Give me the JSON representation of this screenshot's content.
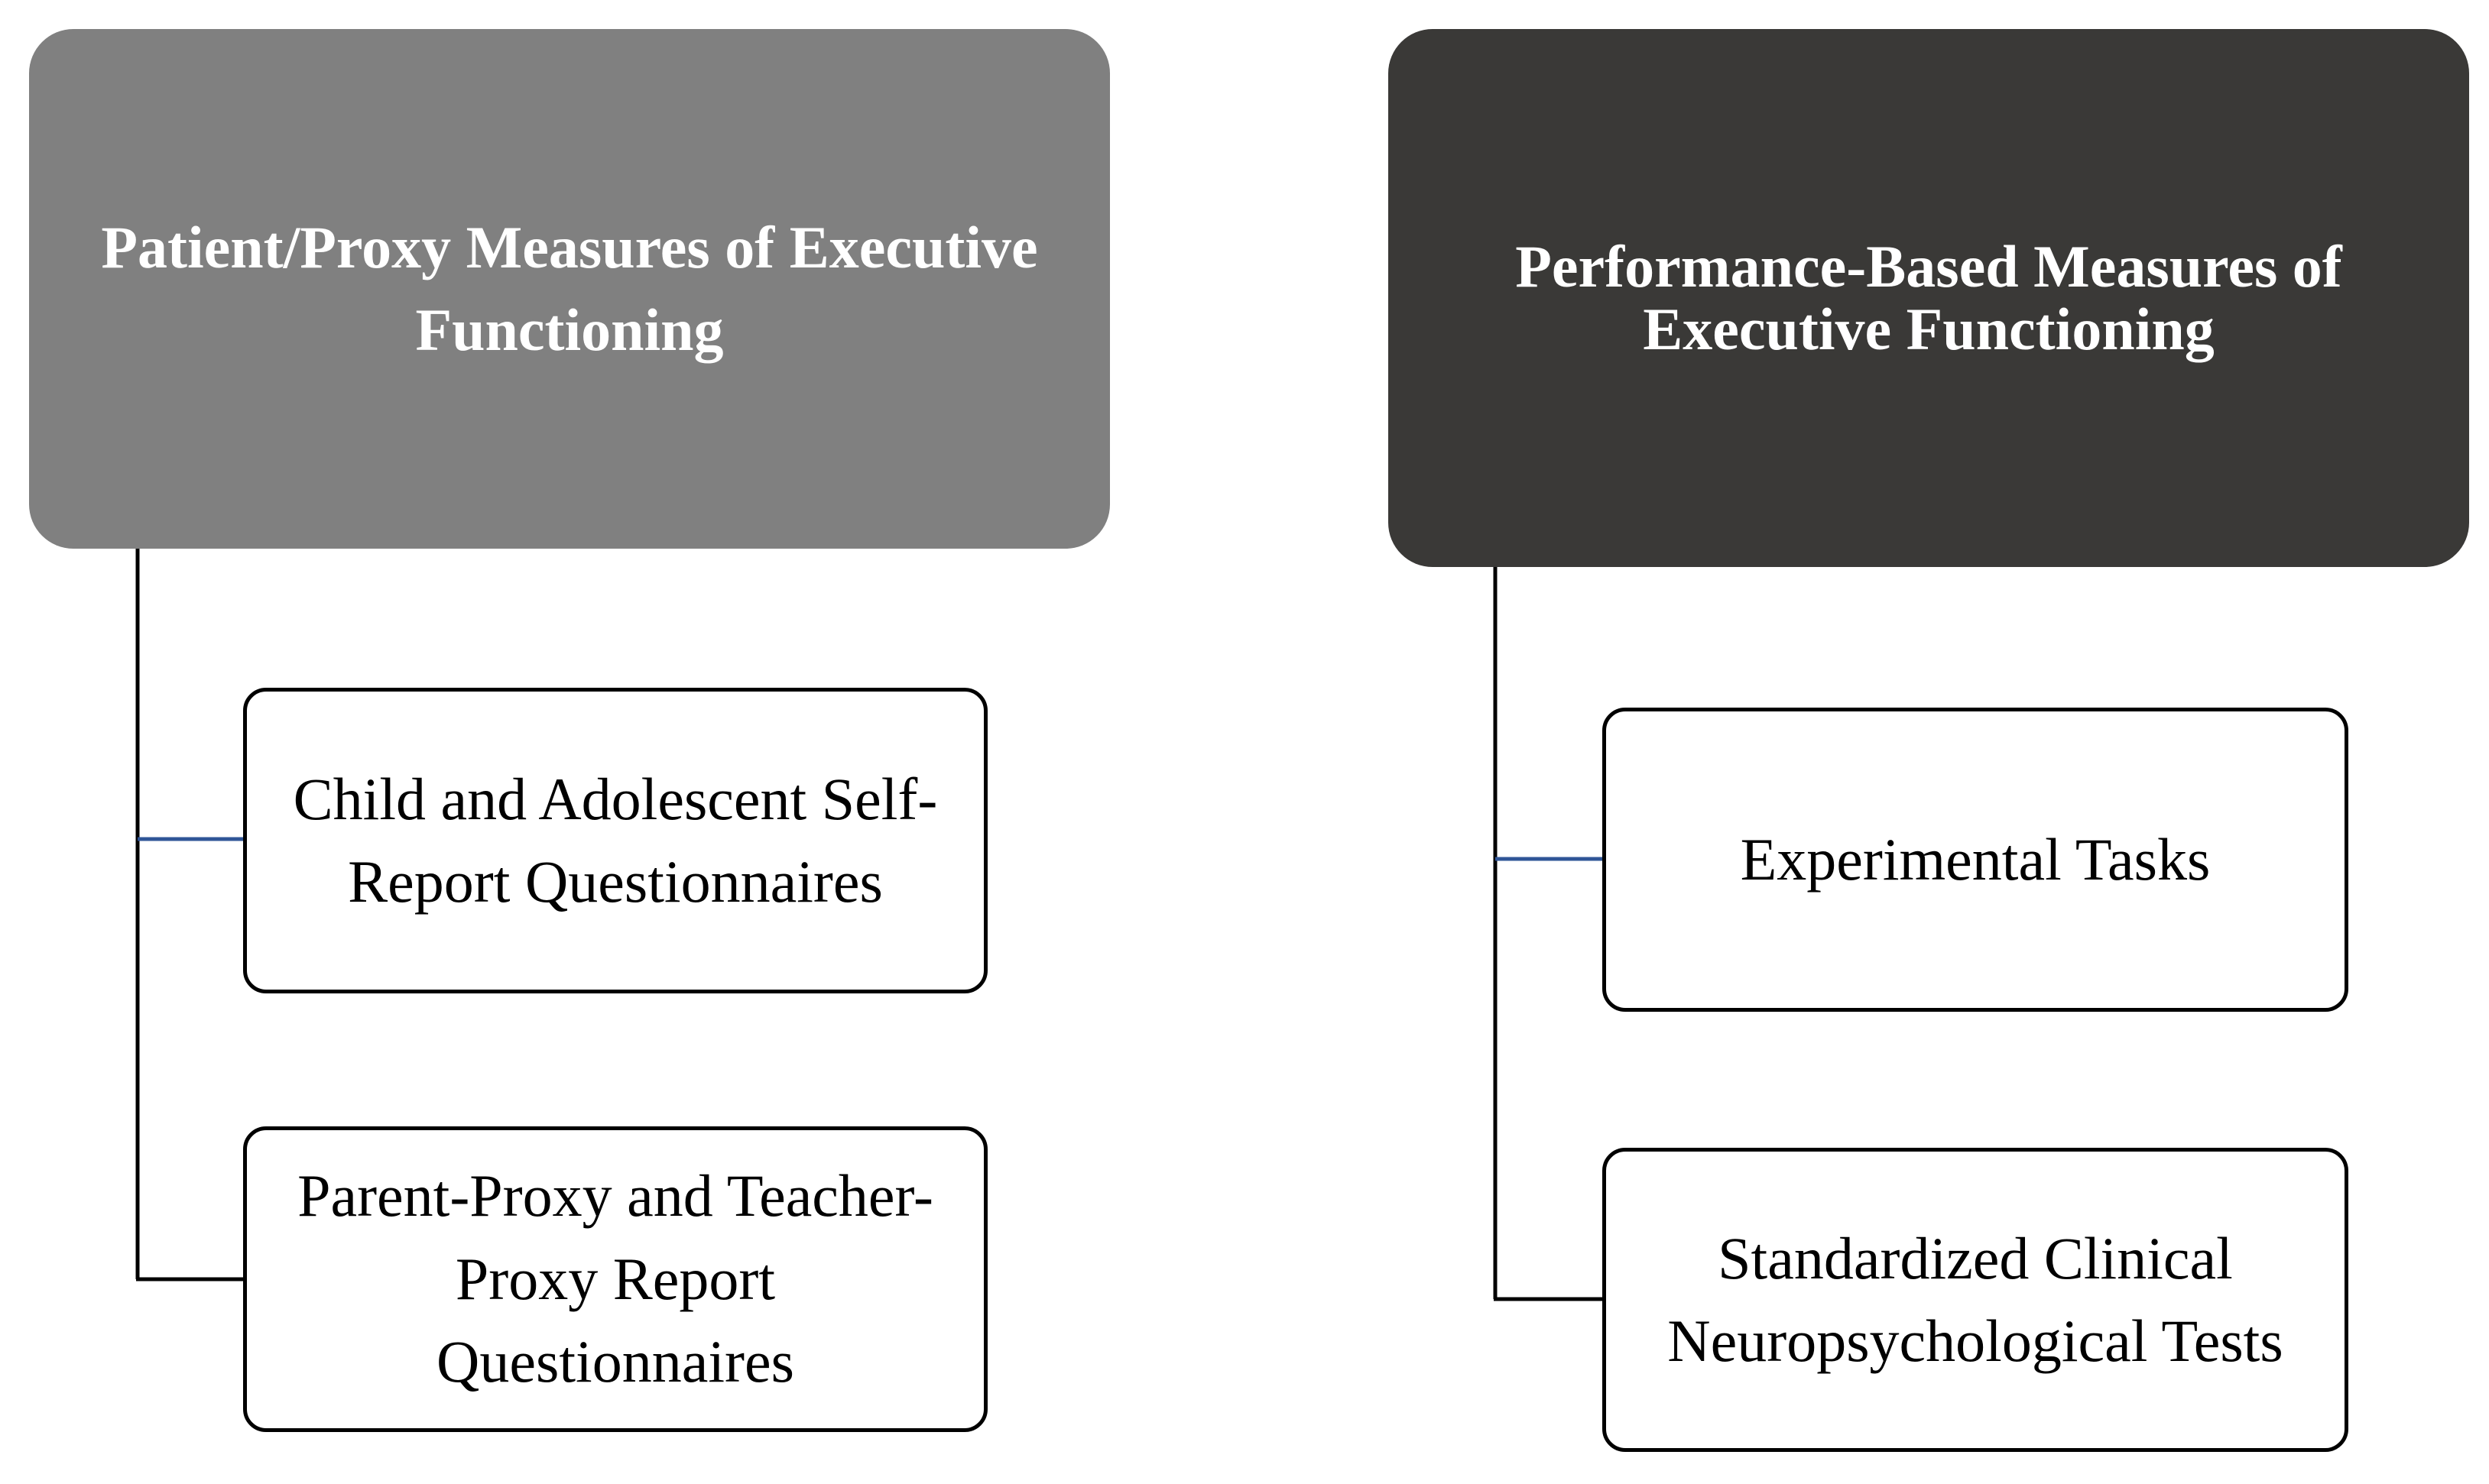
{
  "diagram": {
    "left_group": {
      "header": "Patient/Proxy Measures of Executive Functioning",
      "children": [
        "Child and Adolescent Self-Report Questionnaires",
        "Parent-Proxy and Teacher-Proxy Report Questionnaires"
      ]
    },
    "right_group": {
      "header": "Performance-Based Measures of Executive Functioning",
      "children": [
        "Experimental Tasks",
        "Standardized Clinical Neuropsychological Tests"
      ]
    },
    "colors": {
      "left_header_fill": "#808080",
      "right_header_fill": "#3a3937",
      "header_text": "#ffffff",
      "child_border": "#000000",
      "connector_black": "#000000",
      "connector_blue": "#2f5597"
    }
  }
}
